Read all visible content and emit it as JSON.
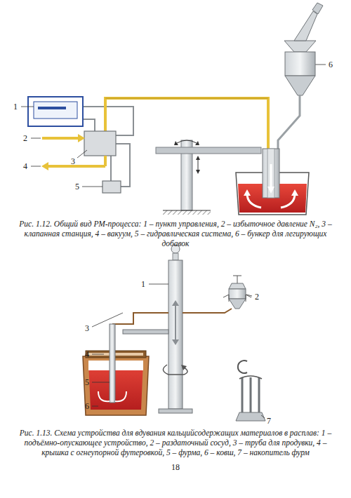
{
  "diagram": {
    "labels": [
      "1",
      "2",
      "3",
      "4",
      "5",
      "6",
      "Рис. 1.12. Общий вид РМ-процесса: 1 – пункт управления, 2 – избыточное давление N₂, 3 – клапанная станция, 4 – вакуум, 5 – гидравлическая система, 6 – бункер для легирующих добавок",
      "1",
      "2",
      "3",
      "4",
      "5",
      "6",
      "7",
      "Рис. 1.13. Схема устройства для вдувания кальцийсодержащих материалов в расплав: 1 – подъёмно-опускающее устройство, 2 – раздаточный сосуд, 3 – труба для продувки, 4 – крышка с огнеупорной футеровкой, 5 – фурма, 6 – ковш, 7 – накопитель фурм",
      "18"
    ]
  }
}
